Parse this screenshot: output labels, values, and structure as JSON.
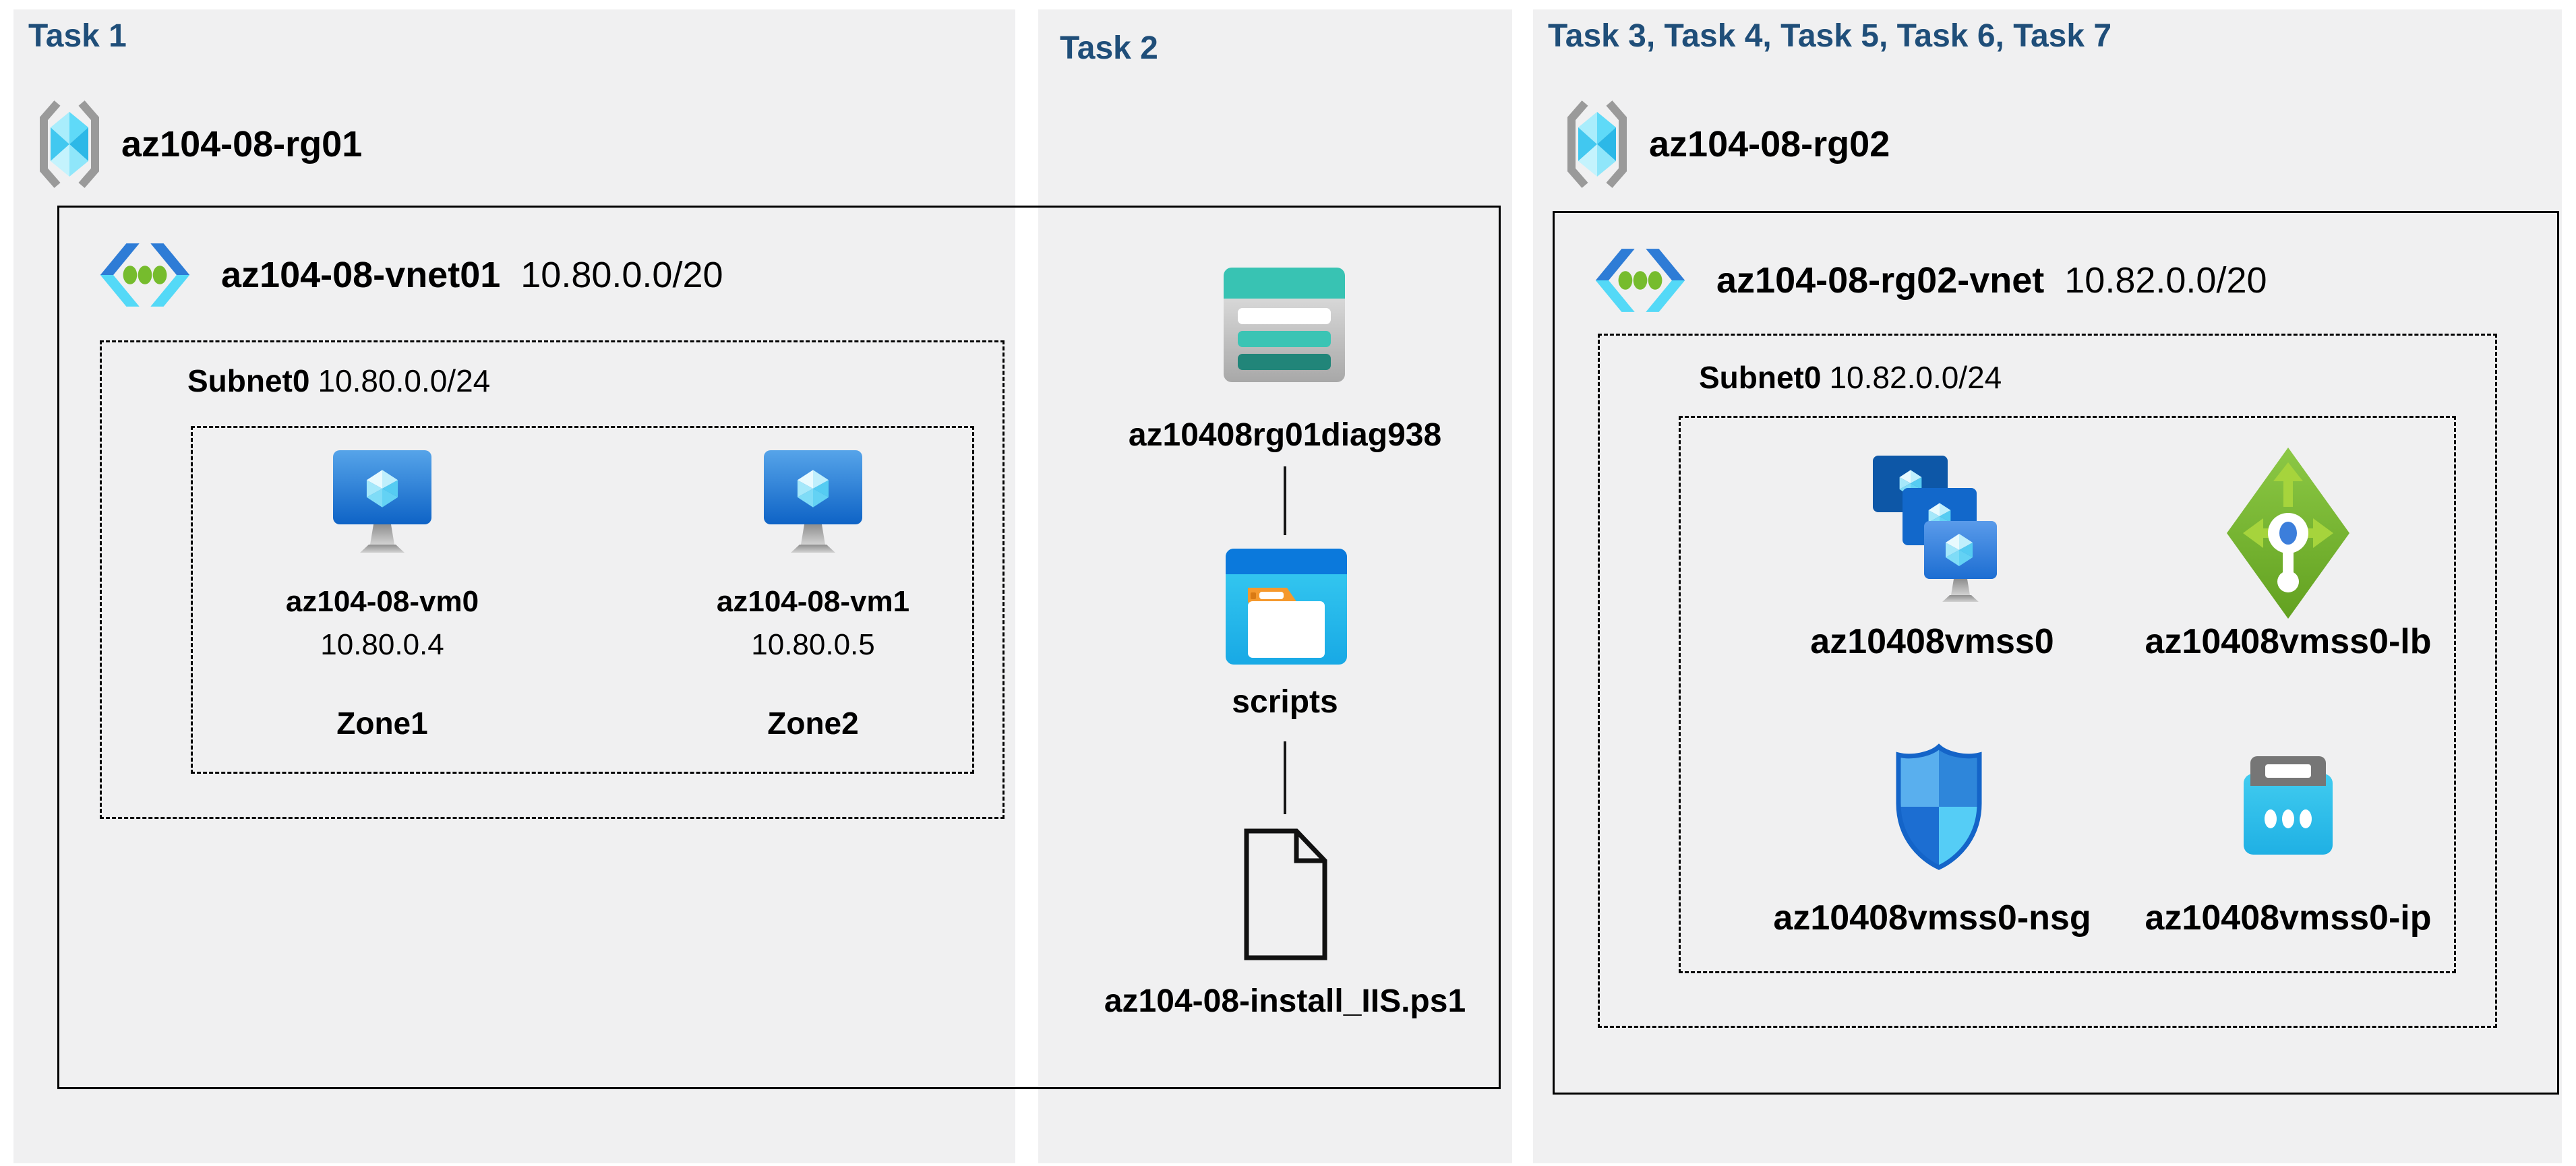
{
  "panels": {
    "task1": {
      "header": "Task 1",
      "resource_group": {
        "name": "az104-08-rg01"
      },
      "vnet": {
        "name": "az104-08-vnet01",
        "cidr": "10.80.0.0/20"
      },
      "subnet": {
        "name": "Subnet0",
        "cidr": "10.80.0.0/24"
      },
      "vms": [
        {
          "name": "az104-08-vm0",
          "ip": "10.80.0.4",
          "zone": "Zone1"
        },
        {
          "name": "az104-08-vm1",
          "ip": "10.80.0.5",
          "zone": "Zone2"
        }
      ]
    },
    "task2": {
      "header": "Task 2",
      "storage_account": "az10408rg01diag938",
      "container": "scripts",
      "file": "az104-08-install_IIS.ps1"
    },
    "task3": {
      "header": "Task 3, Task 4, Task 5, Task 6, Task 7",
      "resource_group": {
        "name": "az104-08-rg02"
      },
      "vnet": {
        "name": "az104-08-rg02-vnet",
        "cidr": "10.82.0.0/20"
      },
      "subnet": {
        "name": "Subnet0",
        "cidr": "10.82.0.0/24"
      },
      "resources": [
        {
          "name": "az10408vmss0",
          "type": "virtual-machine-scale-set"
        },
        {
          "name": "az10408vmss0-lb",
          "type": "load-balancer"
        },
        {
          "name": "az10408vmss0-nsg",
          "type": "network-security-group"
        },
        {
          "name": "az10408vmss0-ip",
          "type": "public-ip-address"
        }
      ]
    }
  },
  "colors": {
    "panel_bg": "#f0f0f1",
    "header_text": "#1f4e79",
    "label_text": "#000000",
    "storage_teal": "#38c3b3",
    "container_blue": "#0b79dc",
    "vm_blue": "#0e63c6",
    "lb_green": "#74b32c",
    "ip_cyan": "#27bfea",
    "nsg_blue": "#2e86da",
    "bracket_gray": "#9a9a9a",
    "vnet_dot_green": "#76bc2d"
  }
}
